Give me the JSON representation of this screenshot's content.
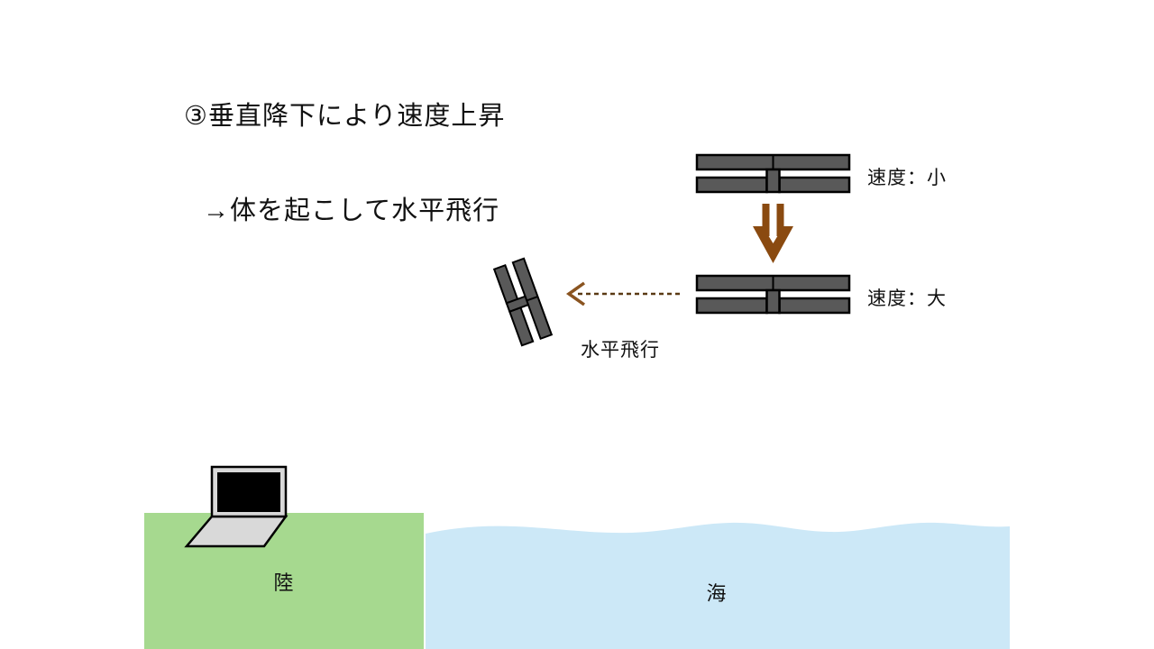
{
  "title": {
    "line1": "③垂直降下により速度上昇",
    "line2": "→体を起こして水平飛行"
  },
  "labels": {
    "speed_slow": "速度：小",
    "speed_fast": "速度：大",
    "horizontal_flight": "水平飛行",
    "land": "陸",
    "sea": "海"
  },
  "colors": {
    "drone_gray": "#595959",
    "arrow_brown": "#8a4a10",
    "dash_brown": "#5a3a14",
    "dash_head_brown": "#8a5420",
    "land_green": "#a6d98f",
    "sea_blue": "#cce8f7",
    "laptop_gray": "#d9d9d9",
    "screen_black": "#000000"
  }
}
